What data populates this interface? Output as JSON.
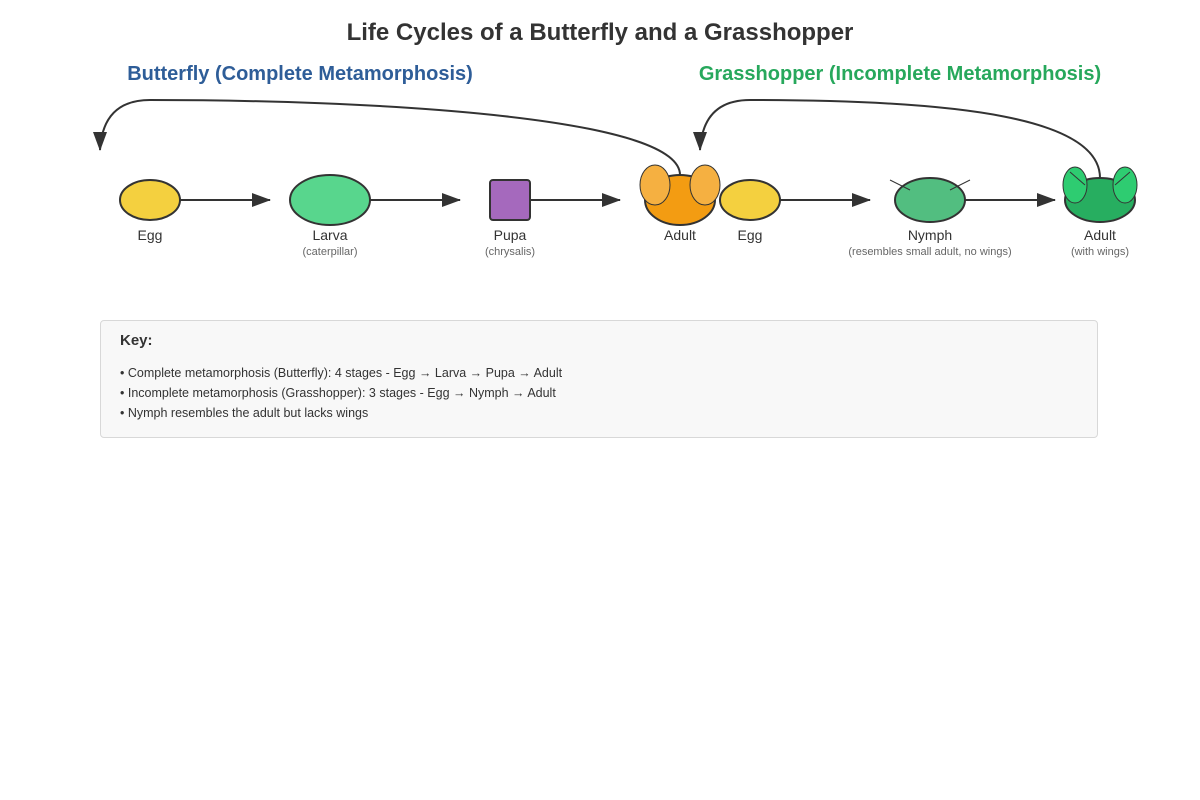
{
  "title": "Life Cycles of a Butterfly and a Grasshopper",
  "colors": {
    "butterfly_title": "#2e5d98",
    "grasshopper_title": "#27a85c",
    "egg": "#f4d03f",
    "larva": "#58d68d",
    "pupa": "#a569bd",
    "butterfly_body": "#f39c12",
    "butterfly_wing": "#f5b041",
    "nymph": "#52be80",
    "grasshopper_body": "#27ae60",
    "grasshopper_wing": "#2ecc71",
    "outline": "#333333",
    "arrow": "#333333"
  },
  "butterfly": {
    "heading": "Butterfly (Complete Metamorphosis)",
    "stages": [
      {
        "icon": "egg-icon",
        "label": "Egg",
        "sublabel": ""
      },
      {
        "icon": "larva-icon",
        "label": "Larva",
        "sublabel": "(caterpillar)"
      },
      {
        "icon": "pupa-icon",
        "label": "Pupa",
        "sublabel": "(chrysalis)"
      },
      {
        "icon": "butterfly-adult-icon",
        "label": "Adult",
        "sublabel": ""
      }
    ]
  },
  "grasshopper": {
    "heading": "Grasshopper (Incomplete Metamorphosis)",
    "stages": [
      {
        "icon": "egg-icon",
        "label": "Egg",
        "sublabel": ""
      },
      {
        "icon": "nymph-icon",
        "label": "Nymph",
        "sublabel": "(resembles small adult, no wings)"
      },
      {
        "icon": "grasshopper-adult-icon",
        "label": "Adult",
        "sublabel": "(with wings)"
      }
    ]
  },
  "key": {
    "title": "Key:",
    "items": [
      "• Complete metamorphosis (Butterfly): 4 stages - Egg → Larva → Pupa → Adult",
      "• Incomplete metamorphosis (Grasshopper): 3 stages - Egg → Nymph → Adult",
      "• Nymph resembles the adult but lacks wings"
    ]
  }
}
